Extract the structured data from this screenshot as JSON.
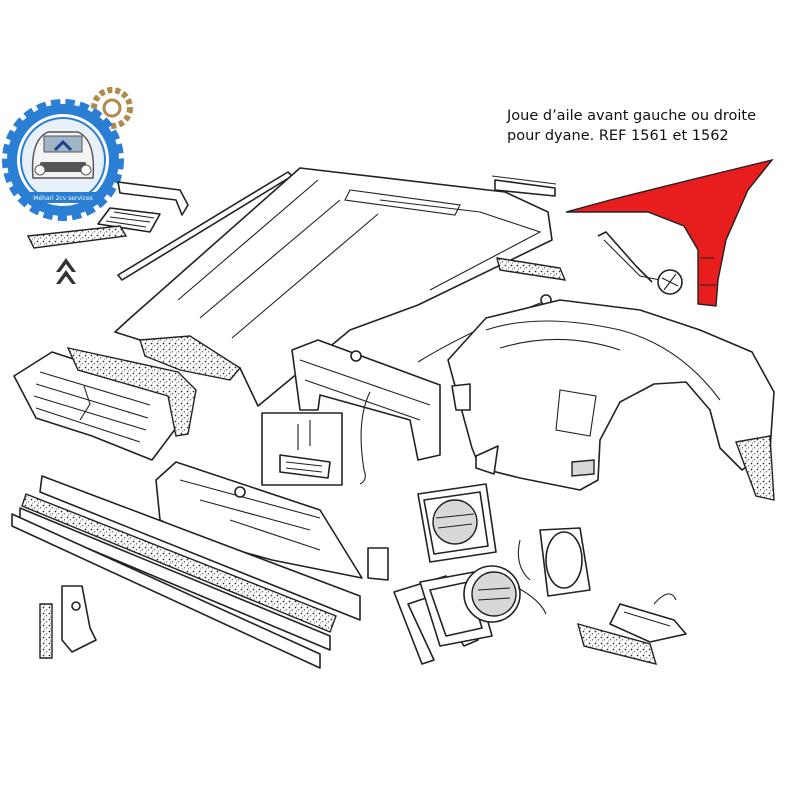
{
  "caption": {
    "line1": "Joue d’aile avant gauche ou droite",
    "line2": "pour dyane. REF 1561 et 1562"
  },
  "colors": {
    "highlight_part": "#e81d1d",
    "logo_gear_blue": "#2a7fd4",
    "logo_gear_bronze": "#b08a4a",
    "ink": "#222222"
  },
  "icons": {
    "brand_mark": "citroen-chevron-icon",
    "logo": "gear-car-logo"
  },
  "logo": {
    "text": "Méhari 2cv services"
  }
}
